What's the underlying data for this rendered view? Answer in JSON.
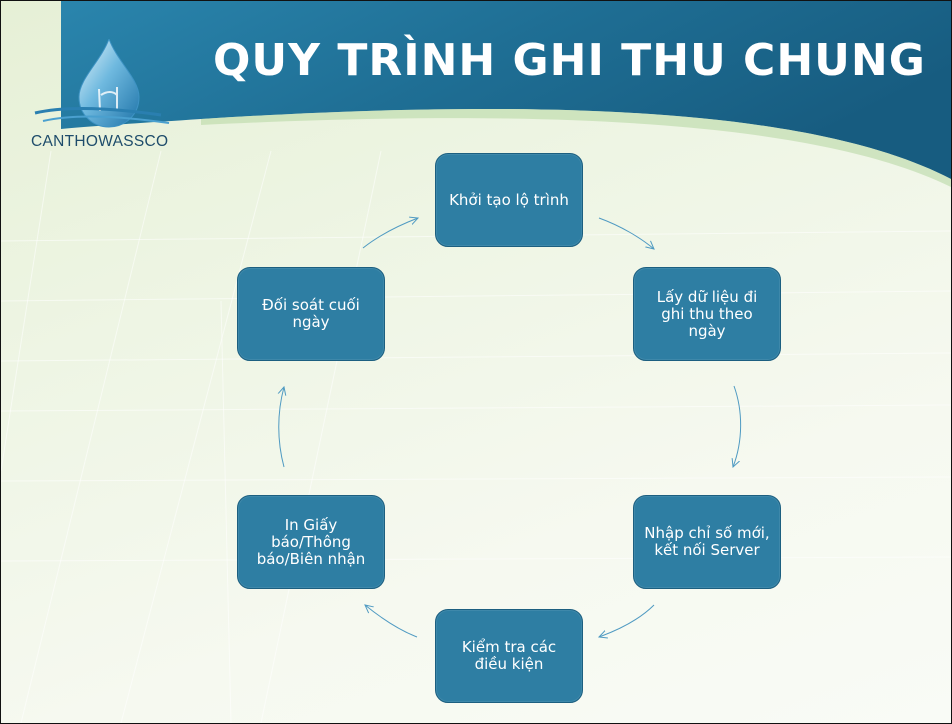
{
  "slide": {
    "title": "QUY TRÌNH GHI THU CHUNG",
    "brand": "CANTHOWASSCO"
  },
  "cycle": {
    "steps": [
      "Khởi tạo lộ trình",
      "Lấy dữ liệu đi ghi thu theo ngày",
      "Nhập chỉ số mới, kết nối Server",
      "Kiểm tra các điều kiện",
      "In Giấy báo/Thông báo/Biên nhận",
      "Đối soát cuối ngày"
    ]
  },
  "colors": {
    "banner": "#1f6f95",
    "node_fill": "#2e7ea3",
    "node_text": "#ffffff",
    "arrow": "#4f9ac2",
    "brand_text": "#1e4c6b"
  }
}
